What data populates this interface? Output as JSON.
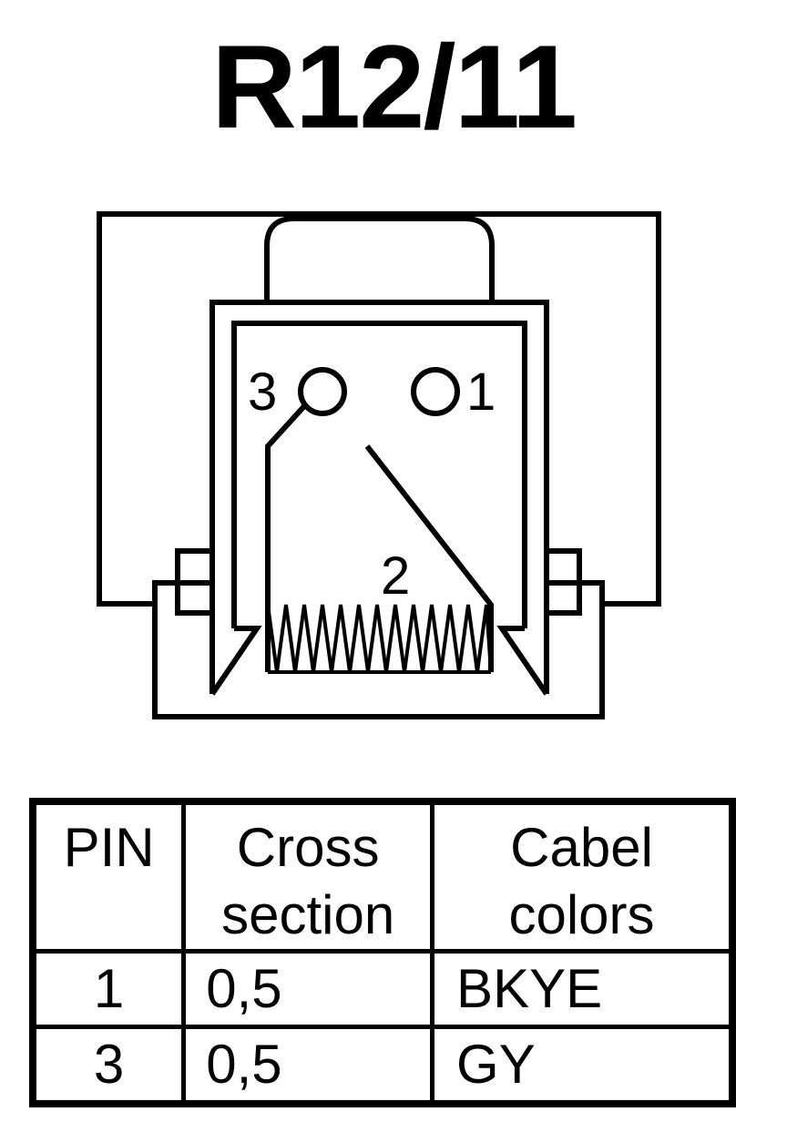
{
  "title": "R12/11",
  "pin_labels": {
    "pin1": "1",
    "pin2": "2",
    "pin3": "3"
  },
  "table": {
    "headers": {
      "pin": "PIN",
      "cross_line1": "Cross",
      "cross_line2": "section",
      "color_line1": "Cabel",
      "color_line2": "colors"
    },
    "rows": [
      {
        "pin": "1",
        "cross_section": "0,5",
        "color": "BKYE"
      },
      {
        "pin": "3",
        "cross_section": "0,5",
        "color": "GY"
      }
    ]
  },
  "colors": {
    "ink": "#000000",
    "paper": "#ffffff"
  }
}
